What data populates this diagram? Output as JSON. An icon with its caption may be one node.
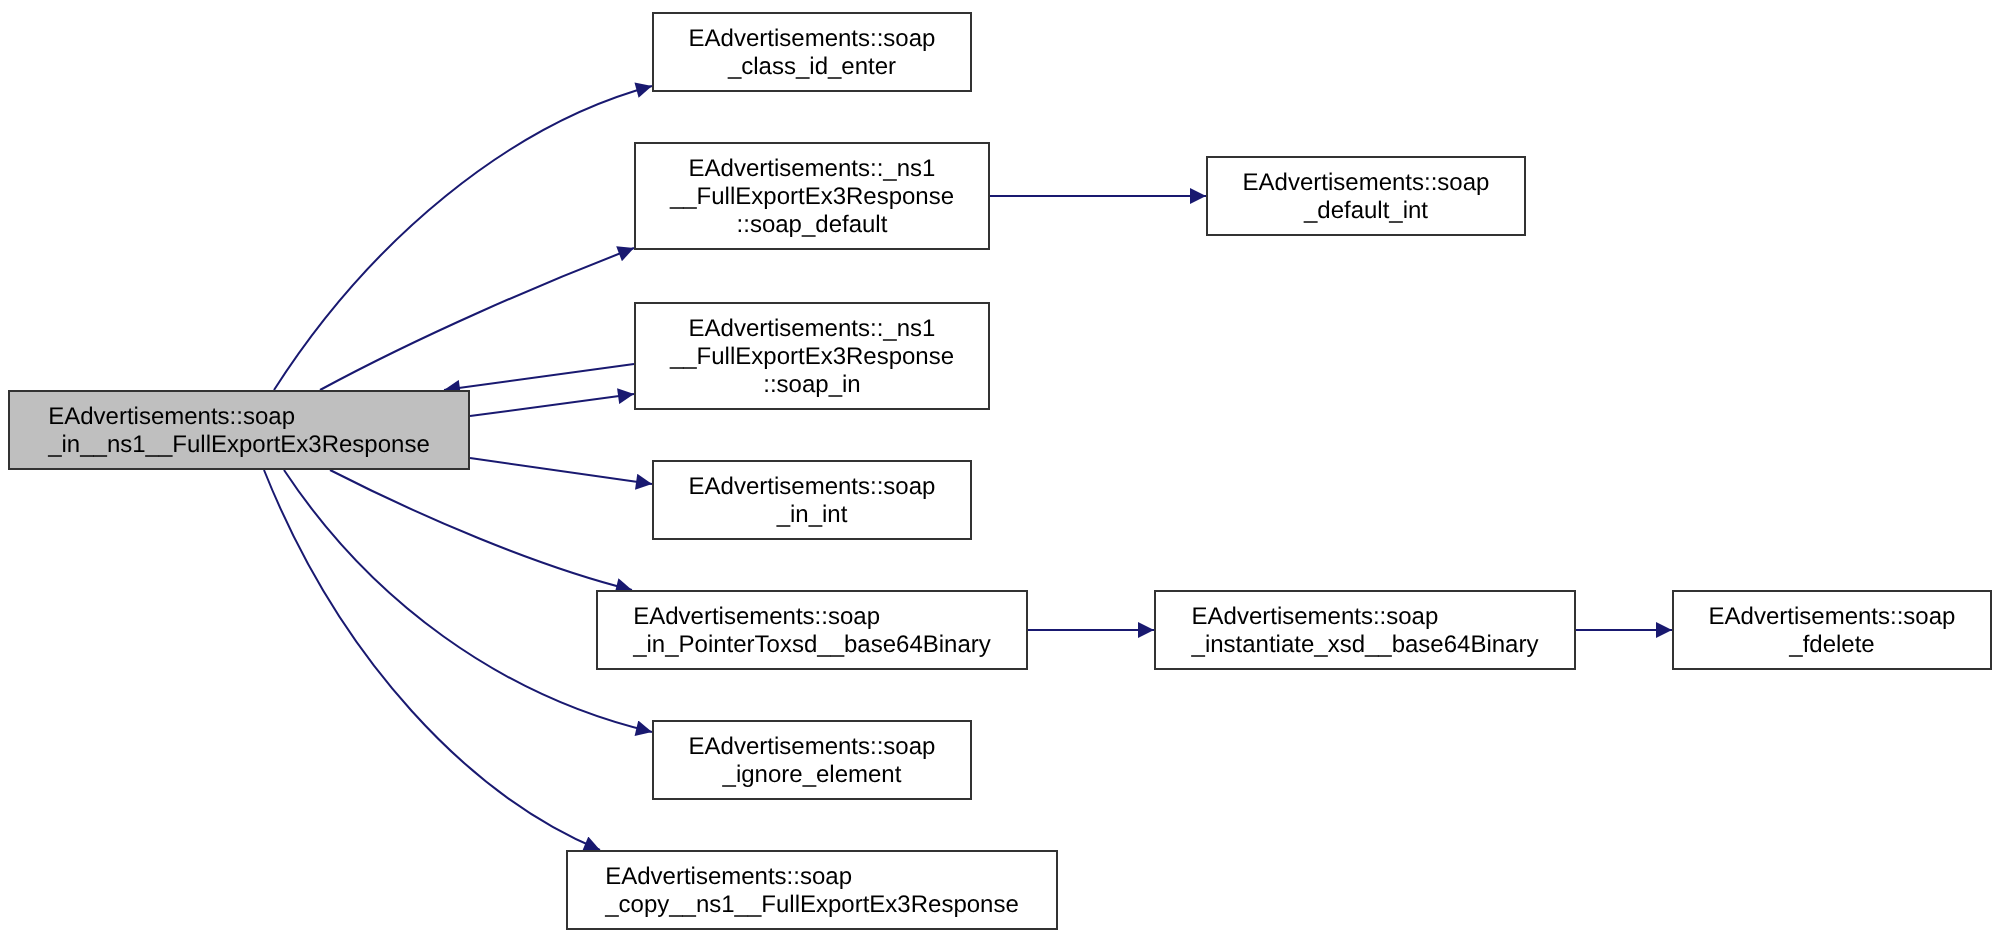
{
  "diagram": {
    "nodes": [
      {
        "text": [
          "EAdvertisements::soap _in__ns1__FullExportEx3Response"
        ]
      },
      {
        "text": [
          "EAdvertisements::soap _class_id_enter"
        ]
      },
      {
        "text": [
          "EAdvertisements::_ns1 __FullExportEx3Response ::soap_default"
        ]
      },
      {
        "text": [
          "EAdvertisements::_ns1 __FullExportEx3Response ::soap_in"
        ]
      },
      {
        "text": [
          "EAdvertisements::soap _in_int"
        ]
      },
      {
        "text": [
          "EAdvertisements::soap _in_PointerToxsd__base64Binary"
        ]
      },
      {
        "text": [
          "EAdvertisements::soap _ignore_element"
        ]
      },
      {
        "text": [
          "EAdvertisements::soap _copy__ns1__FullExportEx3Response"
        ]
      },
      {
        "text": [
          "EAdvertisements::soap _default_int"
        ]
      },
      {
        "text": [
          "EAdvertisements::soap _instantiate_xsd__base64Binary"
        ]
      },
      {
        "text": [
          "EAdvertisements::soap _fdelete"
        ]
      }
    ],
    "edges": [
      {
        "from": 0,
        "to": 1,
        "arrow": "to"
      },
      {
        "from": 0,
        "to": 2,
        "arrow": "to"
      },
      {
        "from": 0,
        "to": 3,
        "arrow": "to"
      },
      {
        "from": 3,
        "to": 0,
        "arrow": "to"
      },
      {
        "from": 0,
        "to": 4,
        "arrow": "to"
      },
      {
        "from": 0,
        "to": 5,
        "arrow": "to"
      },
      {
        "from": 0,
        "to": 6,
        "arrow": "to"
      },
      {
        "from": 0,
        "to": 7,
        "arrow": "to"
      },
      {
        "from": 2,
        "to": 8,
        "arrow": "to"
      },
      {
        "from": 5,
        "to": 9,
        "arrow": "to"
      },
      {
        "from": 9,
        "to": 10,
        "arrow": "to"
      }
    ]
  }
}
